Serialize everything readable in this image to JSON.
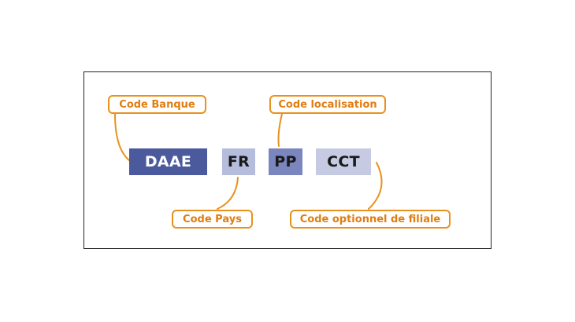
{
  "accent_color": "#e8921e",
  "label_text_color": "#e07d10",
  "segments": {
    "bank": {
      "text": "DAAE",
      "bg": "#4a5a9c",
      "color": "#ffffff"
    },
    "country": {
      "text": "FR",
      "bg": "#b5bcdc",
      "color": "#1a1a1a"
    },
    "location": {
      "text": "PP",
      "bg": "#7a86bd",
      "color": "#1a1a1a"
    },
    "branch": {
      "text": "CCT",
      "bg": "#c6cbe3",
      "color": "#1a1a1a"
    }
  },
  "labels": {
    "bank": "Code Banque",
    "location": "Code localisation",
    "country": "Code Pays",
    "branch": "Code optionnel de filiale"
  }
}
